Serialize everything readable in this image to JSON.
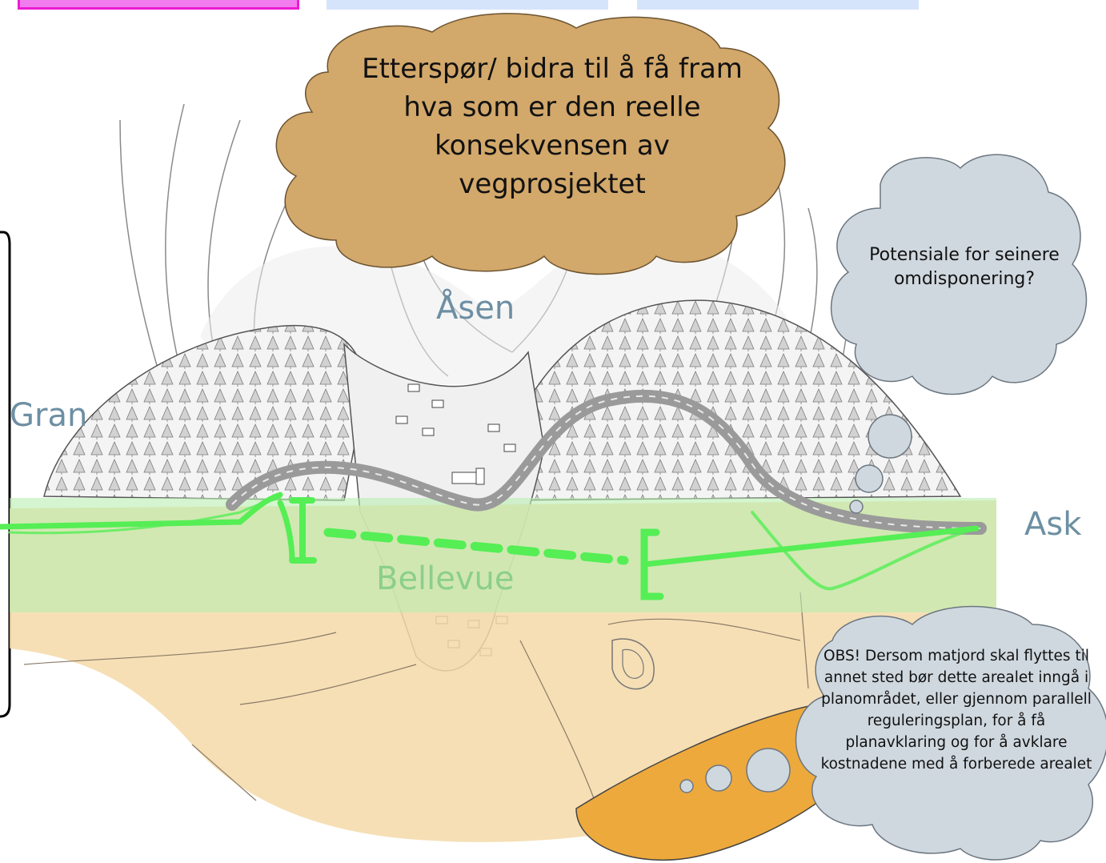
{
  "top_tabs": [
    {
      "label": ""
    },
    {
      "label": ""
    },
    {
      "label": ""
    }
  ],
  "places": {
    "asen": "Åsen",
    "gran": "Gran",
    "ask": "Ask",
    "bellevue": "Bellevue"
  },
  "clouds": {
    "main": "Etterspør/ bidra til å få fram hva som er den reelle konsekvensen av vegprosjektet",
    "potential": "Potensiale for seinere omdisponering?",
    "obs": "OBS! Dersom matjord skal flyttes til annet sted bør dette arealet inngå i planområdet, eller gjennom parallell reguleringsplan, for å få planavklaring og for å avklare kostnadene med å forberede arealet"
  },
  "colors": {
    "farmland": "#f5d9a8",
    "corridor": "#b9eeb0",
    "new_road": "#55ee55",
    "brown_cloud": "#d2a86b",
    "grey_cloud": "#d0d8df",
    "orange_area": "#eda93c",
    "label": "#6d8fa3",
    "tab_pink": "#f07cee",
    "tab_blue": "#d6e4fb"
  }
}
